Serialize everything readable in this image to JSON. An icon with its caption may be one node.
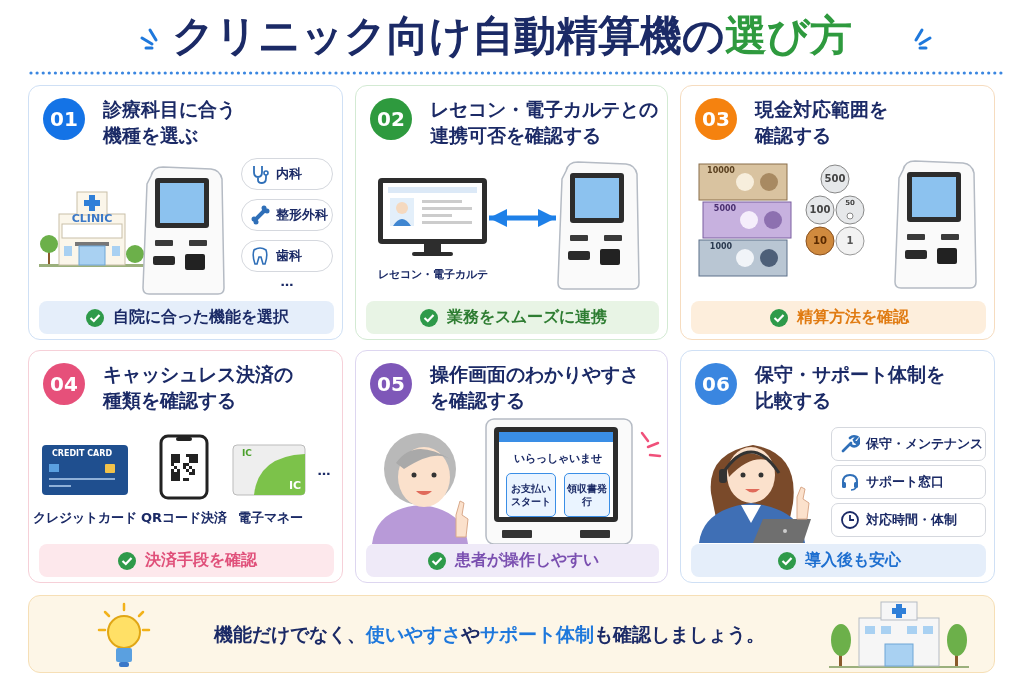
{
  "diagram": {
    "title": "クリニック向け自動精算機の**選び方**",
    "nodes": [
      {
        "text": [
          "01",
          "診療科目に合う機種を選ぶ"
        ]
      },
      {
        "text": [
          "内科"
        ],
        "in": 0
      },
      {
        "text": [
          "整形外科"
        ],
        "in": 0
      },
      {
        "text": [
          "歯科"
        ],
        "in": 0
      },
      {
        "text": [
          "自院に合った機能を選択"
        ],
        "in": 0
      },
      {
        "text": [
          "02",
          "レセコン・電子カルテとの連携可否を確認する"
        ]
      },
      {
        "text": [],
        "shape": "picture",
        "in": 5,
        "beside": [
          "レセコン・電子カルテ"
        ]
      },
      {
        "text": [],
        "shape": "picture",
        "in": 5
      },
      {
        "text": [
          "業務をスムーズに連携"
        ],
        "in": 5
      },
      {
        "text": [
          "03",
          "現金対応範囲を確認する"
        ]
      },
      {
        "text": [
          "精算方法を確認"
        ],
        "in": 9
      },
      {
        "text": [
          "04",
          "キャッシュレス決済の種類を確認する"
        ]
      },
      {
        "text": [
          "決済手段を確認"
        ],
        "in": 11
      },
      {
        "text": [
          "05",
          "操作画面のわかりやすさを確認する"
        ]
      },
      {
        "text": [
          "お支払いスタート"
        ],
        "in": 13
      },
      {
        "text": [
          "領収書発行"
        ],
        "in": 13
      },
      {
        "text": [
          "患者が操作しやすい"
        ],
        "in": 13
      },
      {
        "text": [
          "06",
          "保守・サポート体制を比較する"
        ]
      },
      {
        "text": [
          "保守・メンテナンス"
        ],
        "in": 17
      },
      {
        "text": [
          "サポート窓口"
        ],
        "in": 17
      },
      {
        "text": [
          "対応時間・体制"
        ],
        "in": 17
      },
      {
        "text": [
          "導入後も安心"
        ],
        "in": 17
      },
      {
        "text": [
          "機能だけでなく、**使いやすさ**や**サポート体制**も確認しましょう。"
        ]
      }
    ],
    "edges": [
      {
        "from": 6,
        "to": 7,
        "arrow": "both"
      }
    ],
    "labels": [
      "CLINIC",
      "…",
      "10000",
      "5000",
      "1000",
      "500",
      "100",
      "50",
      "10",
      "1",
      "CREDIT CARD",
      "IC",
      "IC",
      "クレジットカード",
      "QRコード決済",
      "電子マネー",
      "…",
      "いらっしゃいませ"
    ]
  }
}
